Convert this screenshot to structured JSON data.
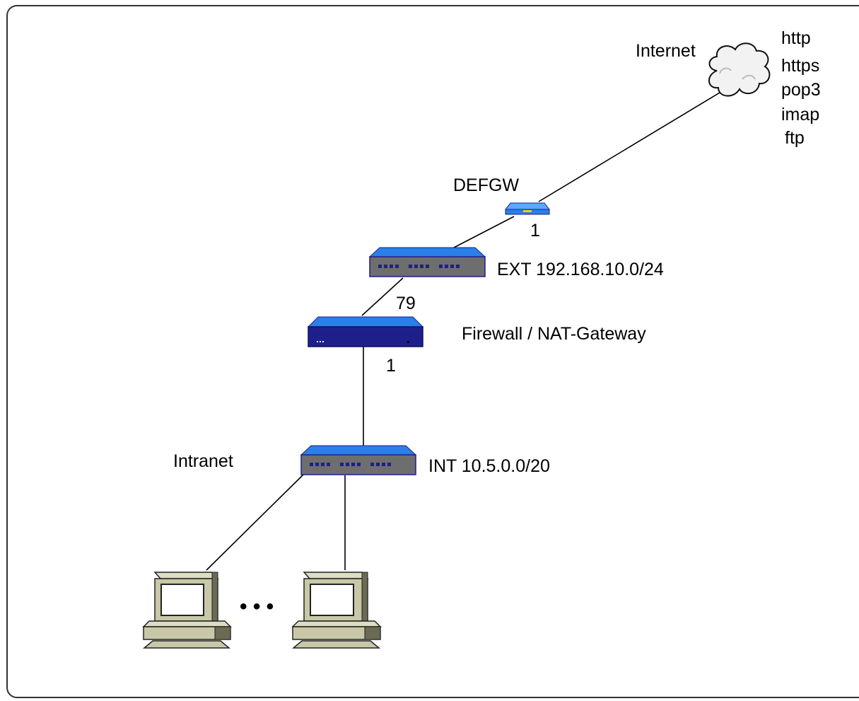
{
  "labels": {
    "internet": "Internet",
    "defgw": "DEFGW",
    "ext": "EXT  192.168.10.0/24",
    "firewall": "Firewall / NAT-Gateway",
    "intranet": "Intranet",
    "int": "INT 10.5.0.0/20",
    "ellipsis": "• • •"
  },
  "services": [
    "http",
    "https",
    "pop3",
    "imap",
    "ftp"
  ],
  "port_labels": {
    "defgw_port": "1",
    "ext_switch_port": "79",
    "firewall_int_port": "1"
  },
  "colors": {
    "device_blue": "#2a7fe8",
    "device_navy": "#1f1f8c",
    "device_light": "#5aa8ff",
    "switch_face": "#6e6e6e",
    "pc_body": "#c8c8a8",
    "pc_shadow": "#6b6b55",
    "cloud_fill": "#f2f2f2",
    "frame": "#333333"
  },
  "icons": {
    "cloud": "internet-cloud-icon",
    "router": "router-icon",
    "switch": "switch-icon",
    "firewall": "firewall-icon",
    "pc": "workstation-icon"
  }
}
